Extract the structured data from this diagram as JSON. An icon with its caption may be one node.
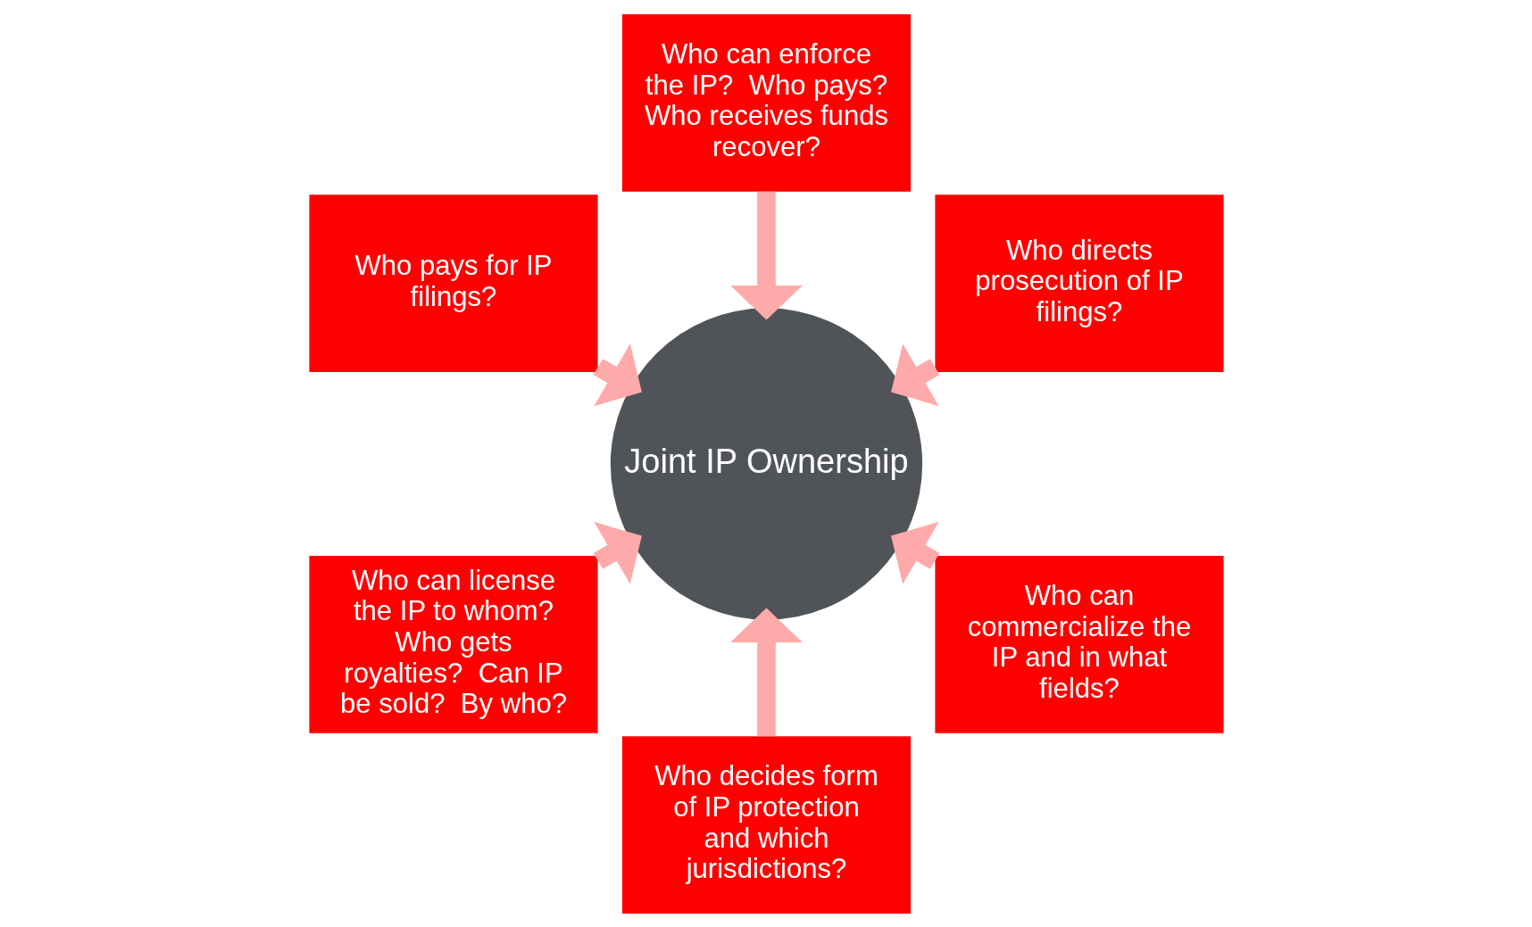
{
  "diagram": {
    "nodes": [
      {
        "text": [
          "Who directs prosecution of IP filings?"
        ]
      },
      {
        "text": [
          "Who can enforce the IP?  Who pays?  Who receives funds recover?"
        ]
      },
      {
        "text": [
          "Who pays for IP filings?"
        ]
      },
      {
        "text": [
          "Who can license the IP to whom?  Who gets royalties?  Can IP be sold?  By who?"
        ]
      },
      {
        "text": [
          "Who decides form of IP protection and which jurisdictions?"
        ]
      },
      {
        "text": [
          "Who can commercialize the IP and in what fields?"
        ]
      },
      {
        "text": [
          "Joint IP Ownership"
        ]
      }
    ],
    "edges": [
      {
        "from": 0,
        "to": 6,
        "arrow": "to"
      },
      {
        "from": 1,
        "to": 6,
        "arrow": "to"
      },
      {
        "from": 2,
        "to": 6,
        "arrow": "to"
      },
      {
        "from": 3,
        "to": 6,
        "arrow": "to"
      },
      {
        "from": 4,
        "to": 6,
        "arrow": "to"
      },
      {
        "from": 5,
        "to": 6,
        "arrow": "to"
      }
    ]
  }
}
